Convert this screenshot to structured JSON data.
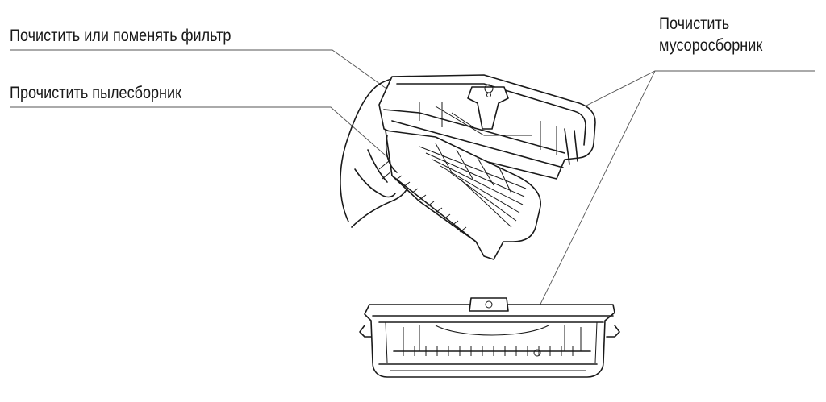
{
  "labels": {
    "filter": "Почистить или поменять фильтр",
    "dust": "Прочистить пылесборник",
    "bin_line1": "Почистить",
    "bin_line2": "мусоросборник"
  },
  "colors": {
    "ink": "#1a1a1a",
    "leader": "#555555",
    "background": "#ffffff"
  }
}
